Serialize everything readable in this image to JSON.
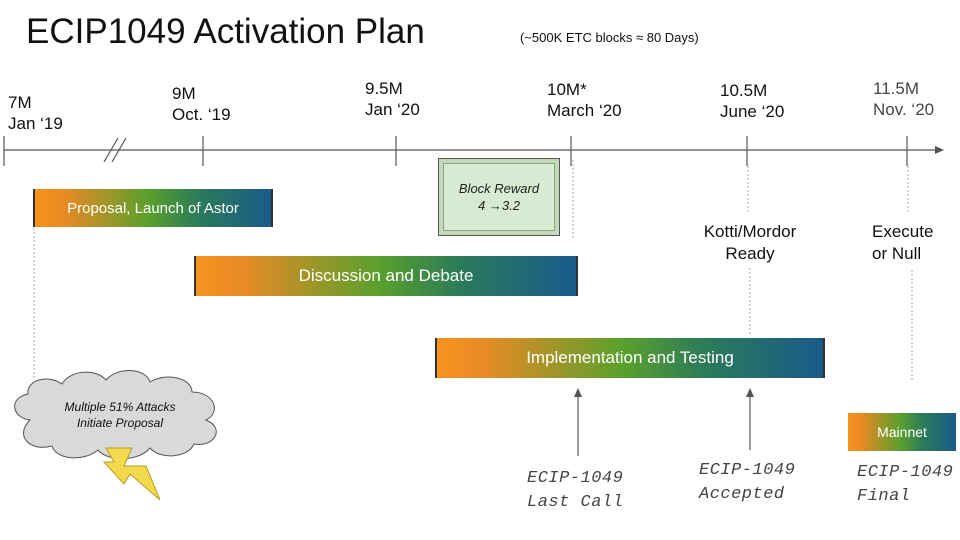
{
  "title": "ECIP1049 Activation Plan",
  "subtitle": "(~500K ETC blocks ≈ 80 Days)",
  "timeline_ticks": [
    {
      "block": "7M",
      "date": "Jan ‘19"
    },
    {
      "block": "9M",
      "date": "Oct. ‘19"
    },
    {
      "block": "9.5M",
      "date": "Jan ‘20"
    },
    {
      "block": "10M*",
      "date": "March ‘20"
    },
    {
      "block": "10.5M",
      "date": "June ‘20"
    },
    {
      "block": "11.5M",
      "date": "Nov. ‘20"
    }
  ],
  "phases": [
    {
      "label": "Proposal, Launch of Astor"
    },
    {
      "label": "Discussion and Debate"
    },
    {
      "label": "Implementation and Testing"
    },
    {
      "label": "Mainnet"
    }
  ],
  "block_reward": {
    "line1": "Block Reward",
    "line2": "4 →3.2"
  },
  "milestones": [
    {
      "line1": "Kotti/Mordor",
      "line2": "Ready"
    },
    {
      "line1": "Execute",
      "line2": "or Null"
    }
  ],
  "trigger": {
    "line1": "Multiple 51% Attacks",
    "line2": "Initiate Proposal"
  },
  "ecip_status": [
    {
      "line1": "ECIP-1049",
      "line2": "Last Call"
    },
    {
      "line1": "ECIP-1049",
      "line2": "Accepted"
    },
    {
      "line1": "ECIP-1049",
      "line2": "Final"
    }
  ],
  "colors": {
    "bar_start": "#f7931e",
    "bar_mid": "#5aa02c",
    "bar_end": "#1a5a8a",
    "reward_box": "#d8ead2",
    "cloud": "#d9d9d9",
    "lightning": "#f2d94e"
  }
}
